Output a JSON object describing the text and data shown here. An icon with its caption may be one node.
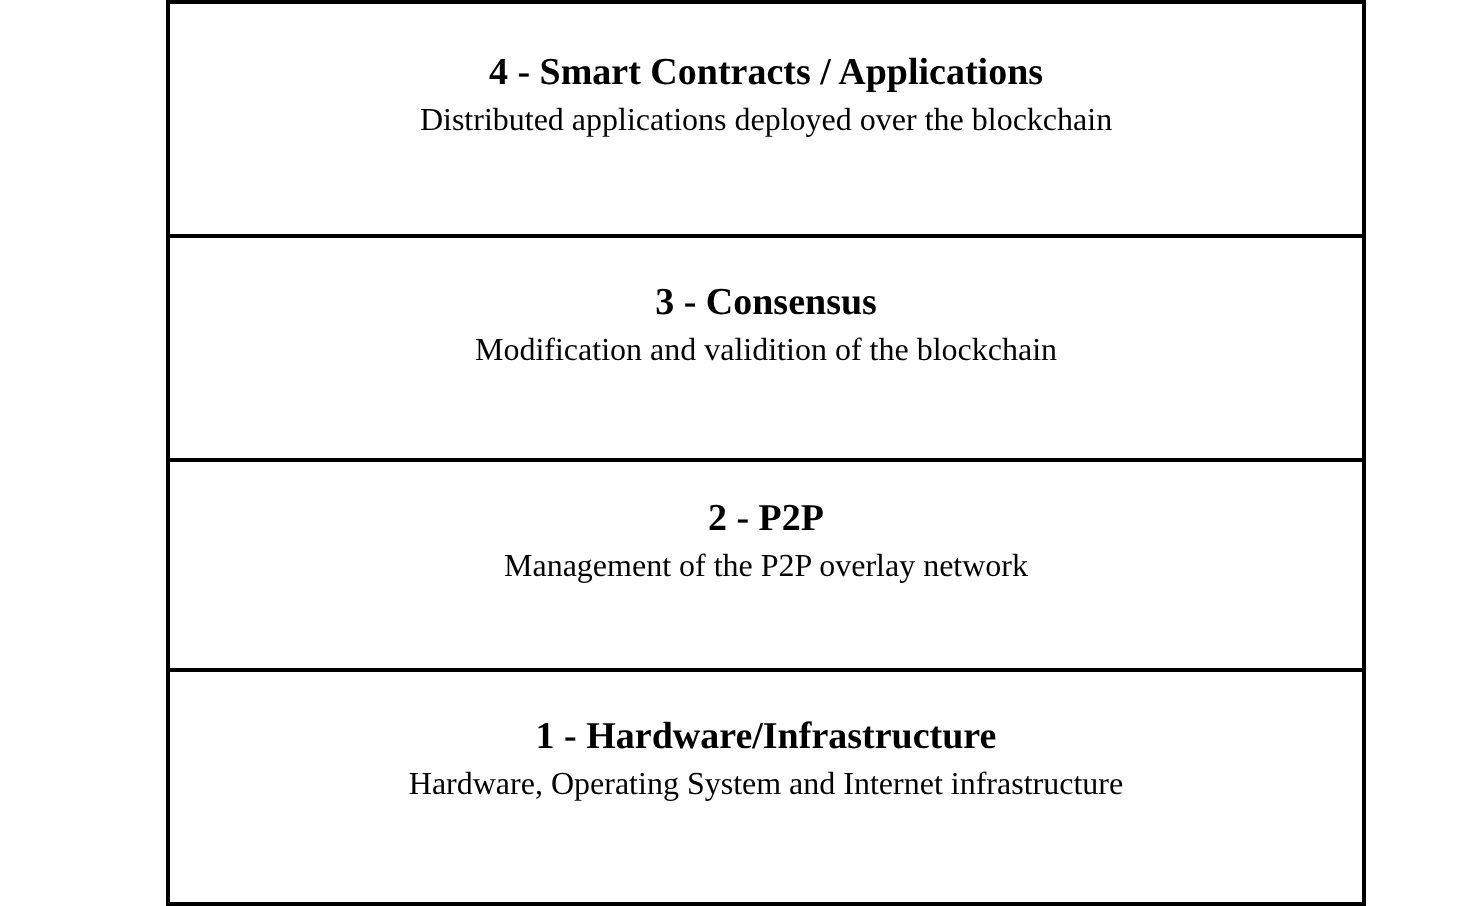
{
  "diagram": {
    "nodes": [
      {
        "text": [
          "4 - Smart Contracts / Applications",
          "Distributed applications deployed over the blockchain"
        ]
      },
      {
        "text": [
          "3 - Consensus",
          "Modification and validition of the blockchain"
        ]
      },
      {
        "text": [
          "2 - P2P",
          "Management of the P2P overlay network"
        ]
      },
      {
        "text": [
          "1 - Hardware/Infrastructure",
          "Hardware, Operating System and Internet infrastructure"
        ]
      }
    ]
  }
}
